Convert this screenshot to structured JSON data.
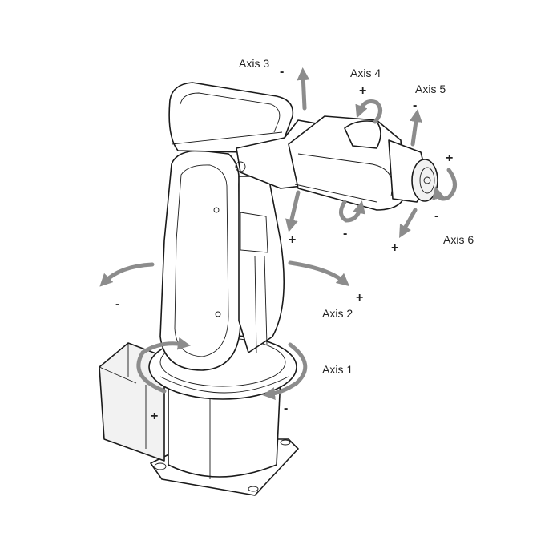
{
  "colors": {
    "arrow": "#8c8c8c",
    "outline": "#1a1a1a",
    "text": "#222222"
  },
  "icons": [
    "industrial-robot-arm",
    "rotation-arrow"
  ],
  "axes": [
    {
      "label": "Axis 1",
      "plus": "+",
      "minus": "-"
    },
    {
      "label": "Axis 2",
      "plus": "+",
      "minus": "-"
    },
    {
      "label": "Axis 3",
      "plus": "+",
      "minus": "-"
    },
    {
      "label": "Axis 4",
      "plus": "+",
      "minus": "-"
    },
    {
      "label": "Axis 5",
      "plus": "+",
      "minus": "-"
    },
    {
      "label": "Axis 6",
      "plus": "+",
      "minus": "-"
    }
  ]
}
